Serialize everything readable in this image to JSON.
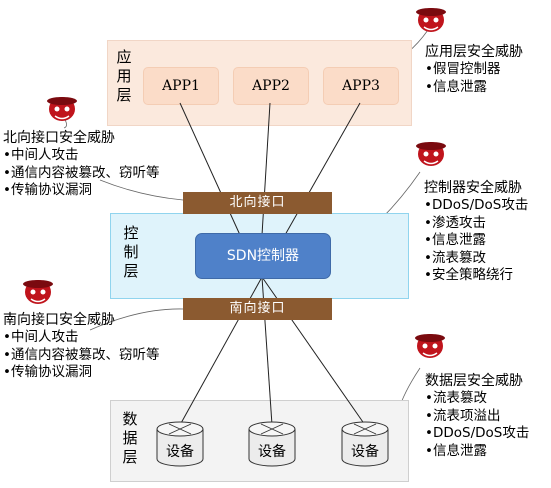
{
  "layers": {
    "application": {
      "label": "应用层"
    },
    "control": {
      "label": "控制层"
    },
    "data": {
      "label": "数据层"
    }
  },
  "apps": [
    "APP1",
    "APP2",
    "APP3"
  ],
  "controller": {
    "label": "SDN控制器"
  },
  "interfaces": {
    "north": "北向接口",
    "south": "南向接口"
  },
  "devices": [
    "设备",
    "设备",
    "设备"
  ],
  "threats": {
    "application": {
      "title": "应用层安全威胁",
      "items": [
        "•假冒控制器",
        "•信息泄露"
      ]
    },
    "northbound": {
      "title": "北向接口安全威胁",
      "items": [
        "•中间人攻击",
        "•通信内容被篡改、窃听等",
        "•传输协议漏洞"
      ]
    },
    "controller": {
      "title": "控制器安全威胁",
      "items": [
        "•DDoS/DoS攻击",
        "•渗透攻击",
        "•信息泄露",
        "•流表篡改",
        "•安全策略绕行"
      ]
    },
    "southbound": {
      "title": "南向接口安全威胁",
      "items": [
        "•中间人攻击",
        "•通信内容被篡改、窃听等",
        "•传输协议漏洞"
      ]
    },
    "data": {
      "title": "数据层安全威胁",
      "items": [
        "•流表篡改",
        "•流表项溢出",
        "•DDoS/DoS攻击",
        "•信息泄露"
      ]
    }
  },
  "colors": {
    "app_panel": "#fbe9dd",
    "app_box": "#fbdcc8",
    "control_panel": "#dff3fb",
    "controller_box": "#4f81c9",
    "interface_bar": "#8b5a30",
    "data_panel": "#f3f3f3",
    "threat_icon": "#c0141c"
  },
  "icons": [
    "hacker-threat-icon"
  ]
}
